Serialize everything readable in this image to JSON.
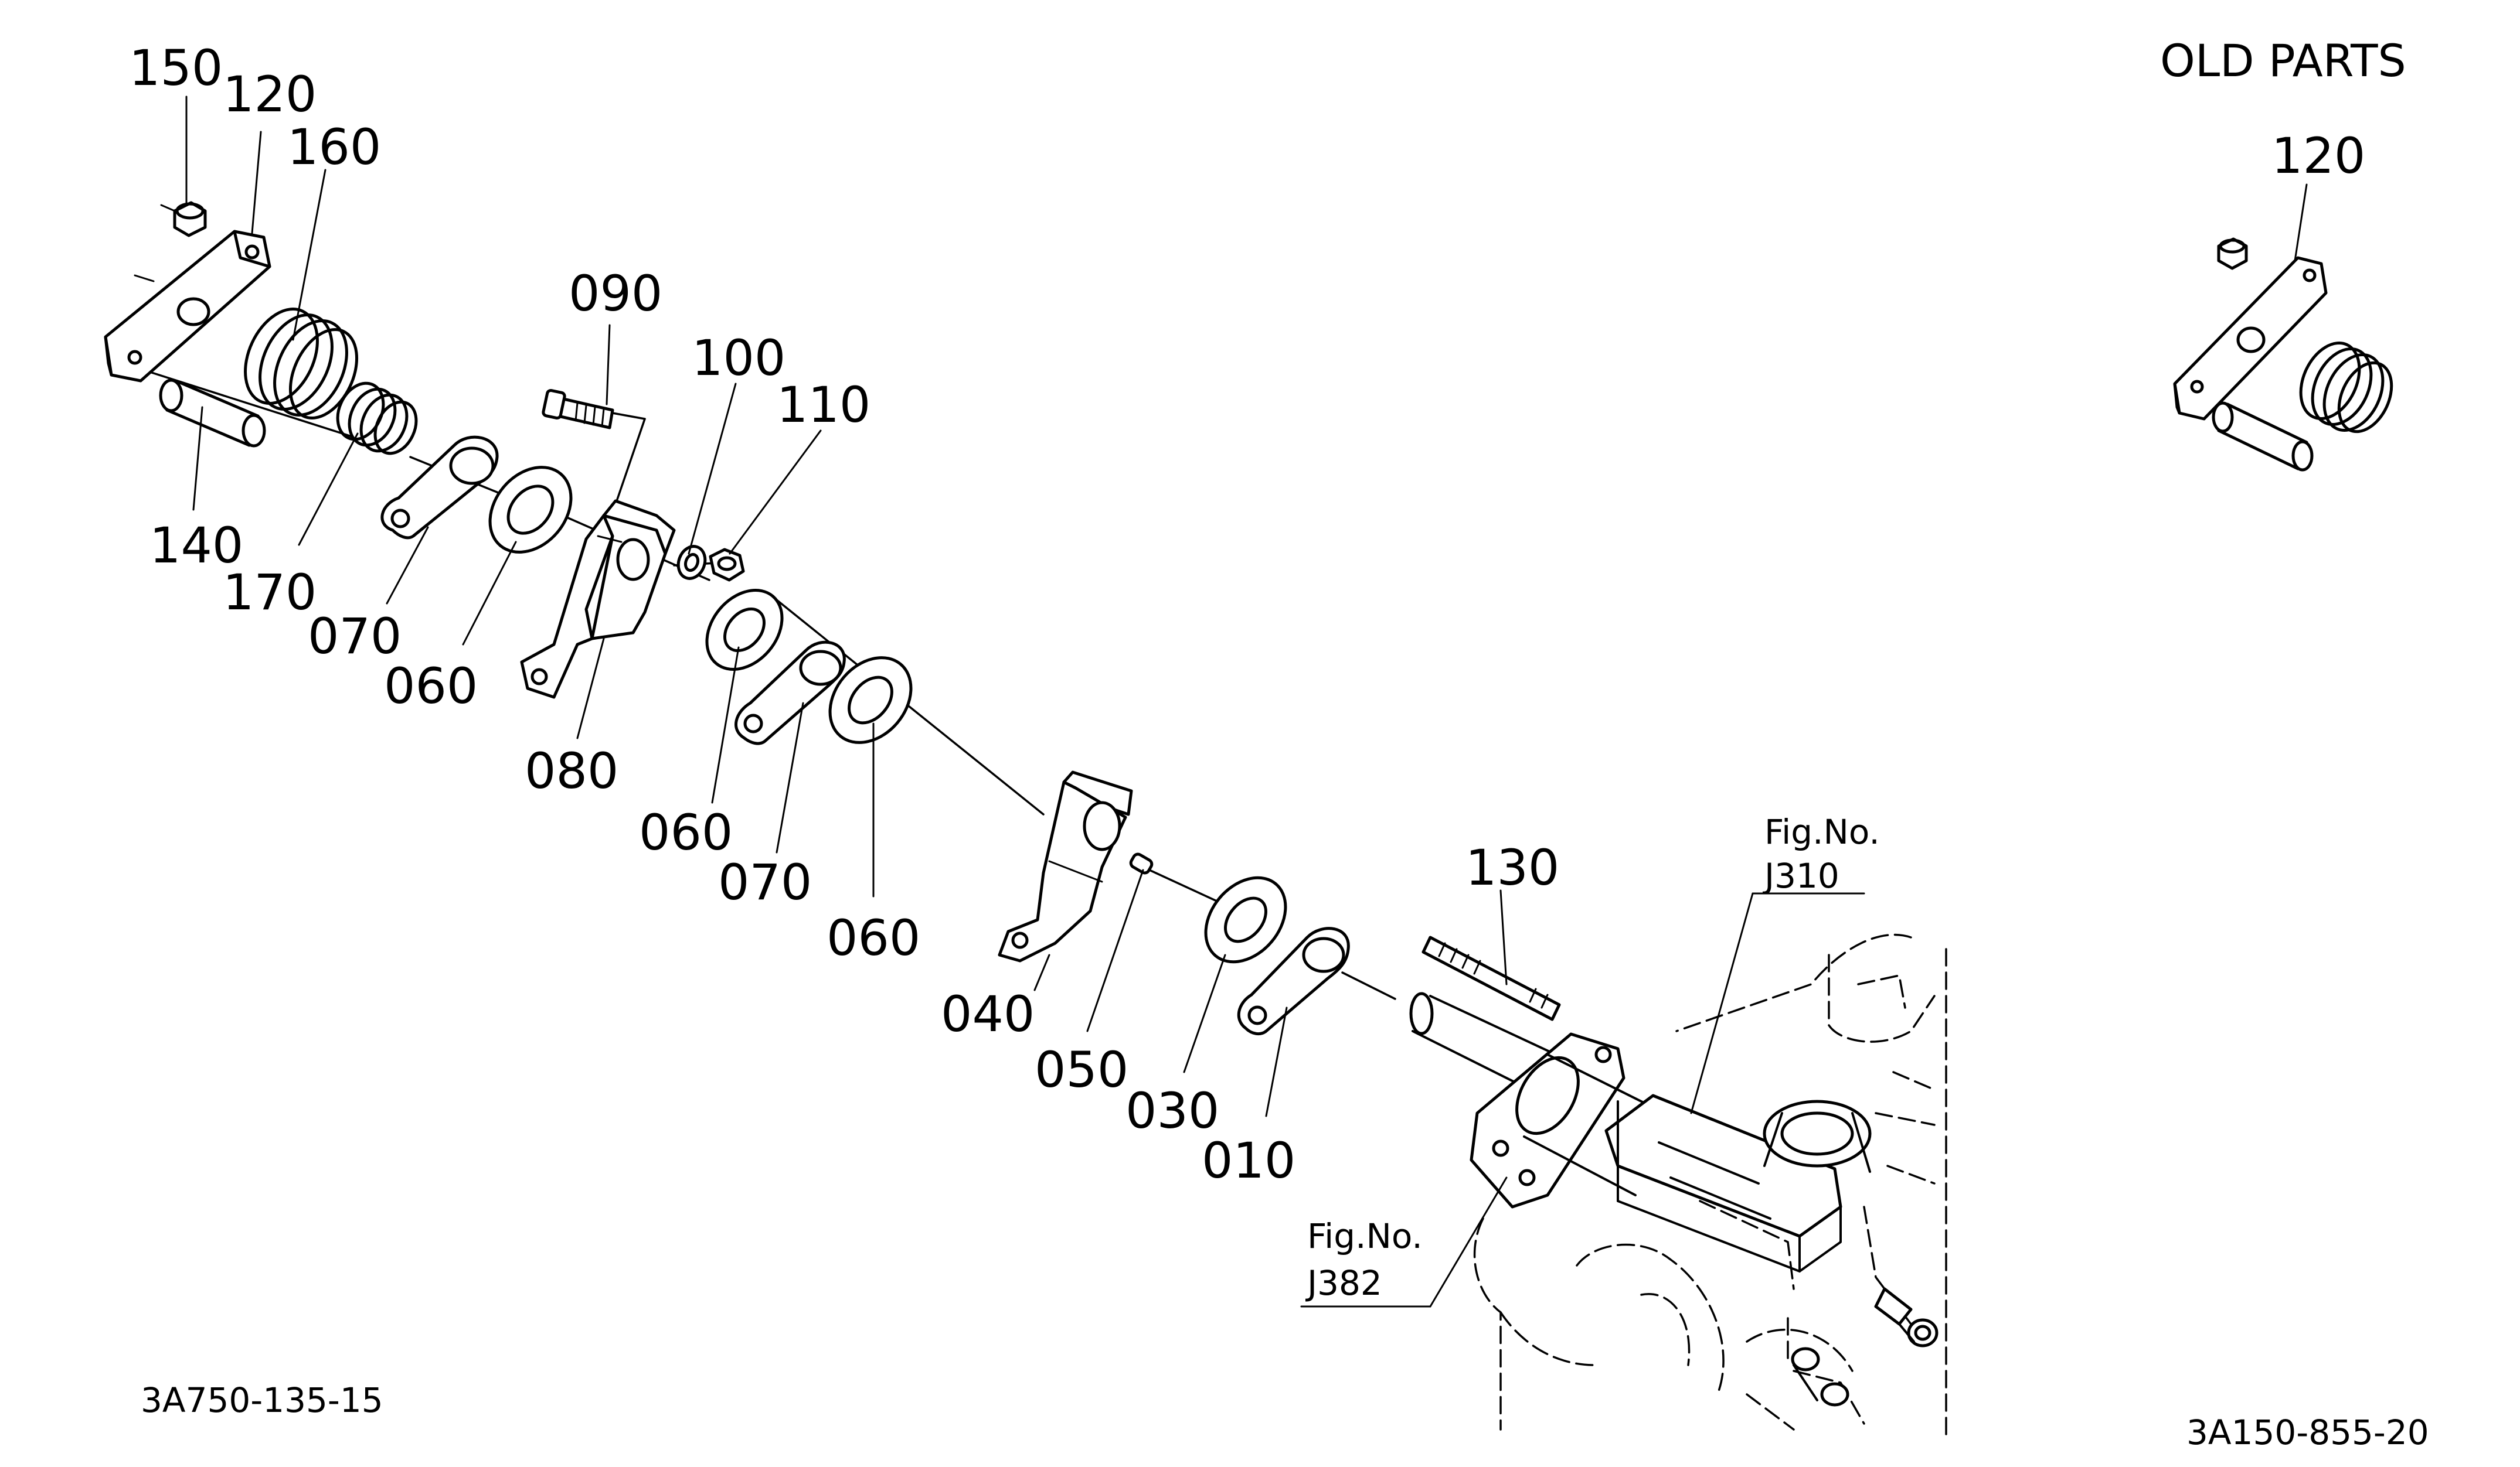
{
  "header": {
    "old_parts": "OLD PARTS"
  },
  "callouts": {
    "p150": "150",
    "p120": "120",
    "p160": "160",
    "p140": "140",
    "p170": "170",
    "p070a": "070",
    "p060a": "060",
    "p090": "090",
    "p100": "100",
    "p110": "110",
    "p080": "080",
    "p060b": "060",
    "p070b": "070",
    "p060c": "060",
    "p040": "040",
    "p050": "050",
    "p030": "030",
    "p010": "010",
    "p130": "130",
    "old120": "120"
  },
  "refs": {
    "fig_j310_line1": "Fig.No.",
    "fig_j310_line2": "J310",
    "fig_j382_line1": "Fig.No.",
    "fig_j382_line2": "J382"
  },
  "codes": {
    "left": "3A750-135-15",
    "right": "3A150-855-20"
  }
}
